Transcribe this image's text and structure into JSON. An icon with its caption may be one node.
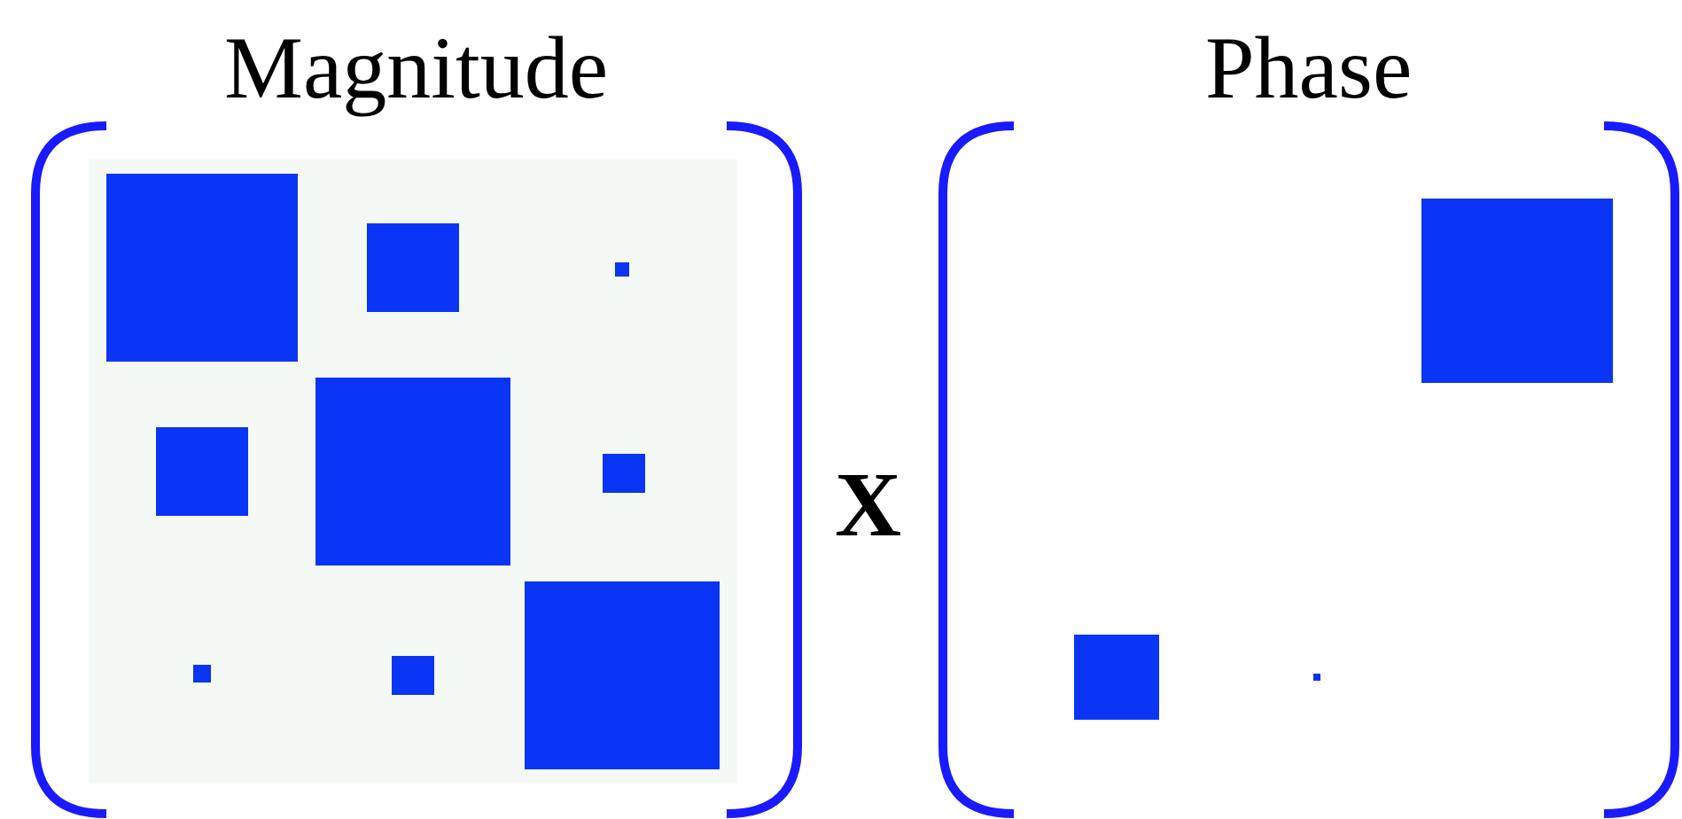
{
  "diagram": {
    "nodes": [
      {
        "text": [
          "Magnitude"
        ]
      },
      {
        "text": [
          "Phase"
        ]
      }
    ],
    "labels": [
      "X"
    ]
  }
}
